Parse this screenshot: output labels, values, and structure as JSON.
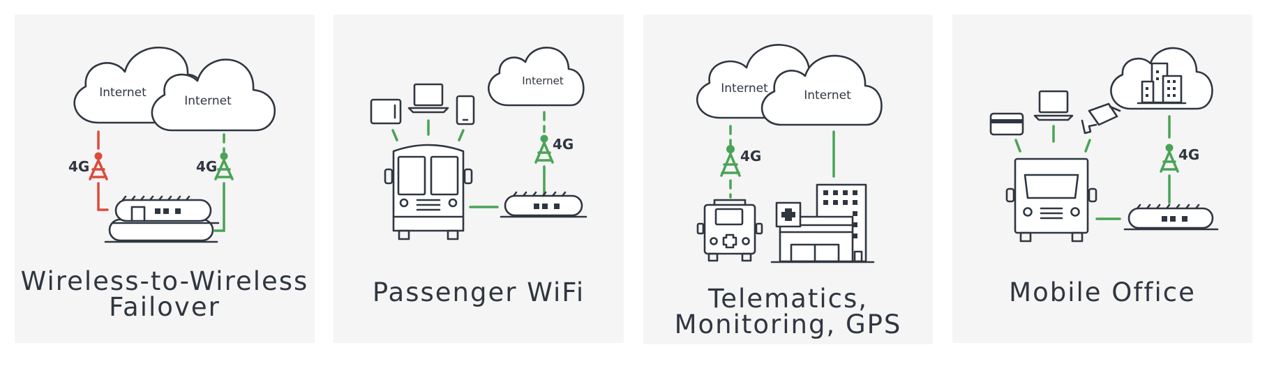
{
  "panels": [
    {
      "title_lines": [
        "Wireless-to-Wireless",
        "Failover"
      ],
      "cloud_labels": [
        "Internet",
        "Internet"
      ],
      "tower_labels": [
        "4G",
        "4G"
      ]
    },
    {
      "title_lines": [
        "Passenger WiFi"
      ],
      "cloud_labels": [
        "Internet"
      ],
      "tower_labels": [
        "4G"
      ]
    },
    {
      "title_lines": [
        "Telematics,",
        "Monitoring, GPS"
      ],
      "cloud_labels": [
        "Internet",
        "Internet"
      ],
      "tower_labels": [
        "4G"
      ]
    },
    {
      "title_lines": [
        "Mobile Office"
      ],
      "cloud_labels": [],
      "tower_labels": [
        "4G"
      ]
    }
  ],
  "colors": {
    "panel_bg": "#f5f5f5",
    "ink": "#2f3640",
    "link_green": "#4aa356",
    "link_red": "#dc4b3a"
  }
}
